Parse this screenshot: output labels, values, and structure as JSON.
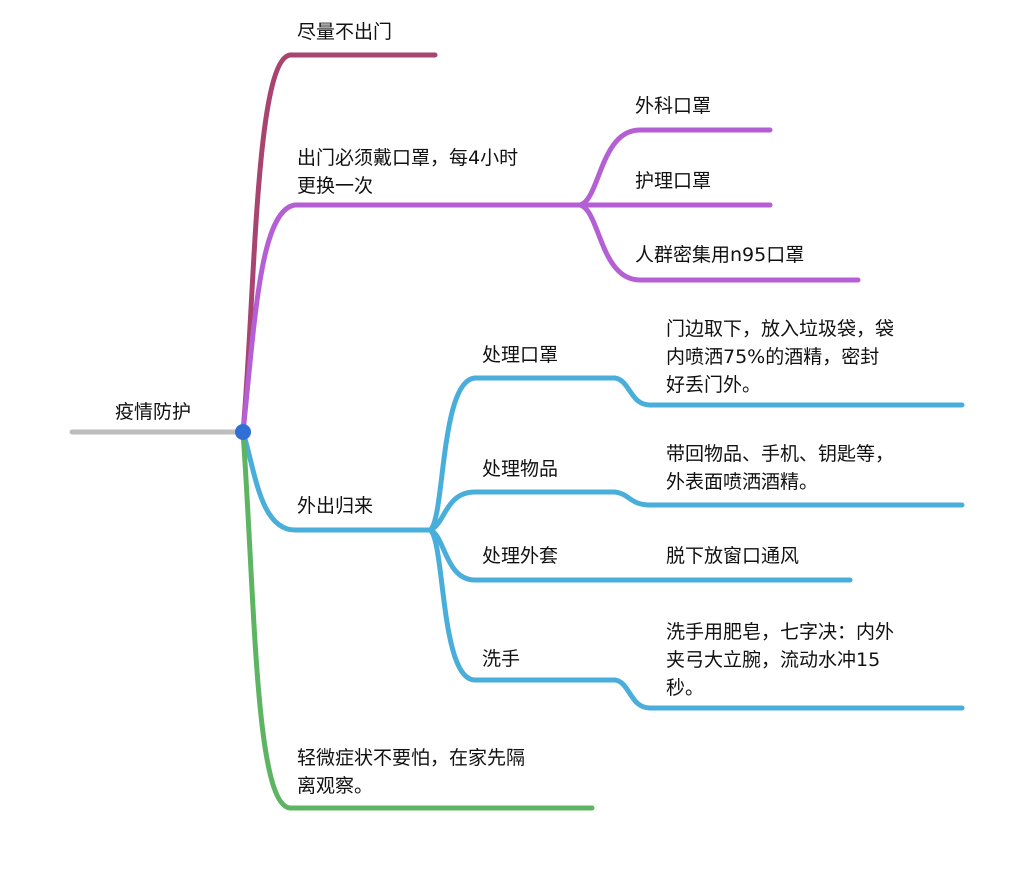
{
  "title": "疫情防护",
  "colors": {
    "root": "#bdbdbd",
    "node": "#2f6fd6",
    "b1": "#a8446f",
    "b2": "#b45fd4",
    "b3": "#4aaedb",
    "b4": "#5db462"
  },
  "branches": [
    {
      "label": "尽量不出门"
    },
    {
      "label_lines": [
        "出门必须戴口罩，每4小时",
        "更换一次"
      ],
      "children": [
        {
          "label": "外科口罩"
        },
        {
          "label": "护理口罩"
        },
        {
          "label": "人群密集用n95口罩"
        }
      ]
    },
    {
      "label": "外出归来",
      "children": [
        {
          "label": "处理口罩",
          "detail_lines": [
            "门边取下，放入垃圾袋，袋",
            "内喷洒75%的酒精，密封",
            "好丢门外。"
          ]
        },
        {
          "label": "处理物品",
          "detail_lines": [
            "带回物品、手机、钥匙等，",
            "外表面喷洒酒精。"
          ]
        },
        {
          "label": "处理外套",
          "detail_lines": [
            "脱下放窗口通风"
          ]
        },
        {
          "label": "洗手",
          "detail_lines": [
            "洗手用肥皂，七字决：内外",
            "夹弓大立腕，流动水冲15",
            "秒。"
          ]
        }
      ]
    },
    {
      "label_lines": [
        "轻微症状不要怕，在家先隔",
        "离观察。"
      ]
    }
  ]
}
